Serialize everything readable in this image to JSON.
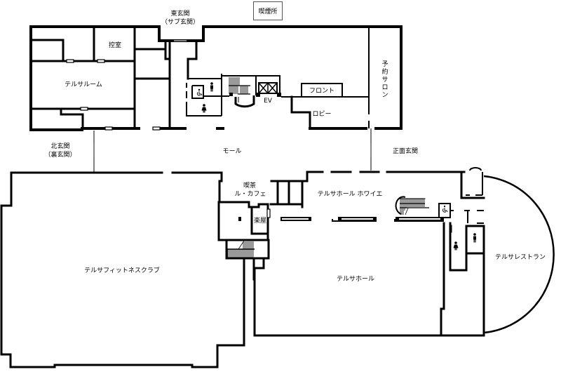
{
  "floor_plan": {
    "labels": {
      "east_entrance": "東玄関",
      "east_entrance_sub": "（サブ玄関）",
      "smoking_area": "喫煙所",
      "waiting_room": "控室",
      "telsa_room": "テルサルーム",
      "front_desk": "フロント",
      "elevator": "EV",
      "lobby": "ロビー",
      "reservation_salon": "予約サロン",
      "north_entrance": "北玄関",
      "north_entrance_sub": "（裏玄関）",
      "mall": "モール",
      "main_entrance": "正面玄関",
      "cafe_line1": "喫茶",
      "cafe_line2": "ル・カフェ",
      "green_room": "楽屋",
      "hall_foyer": "テルサホール ホワイエ",
      "fitness_club": "テルサフィットネスクラブ",
      "hall": "テルサホール",
      "restaurant": "テルサレストラン"
    },
    "icons": [
      "accessible-toilet-icon",
      "mens-toilet-icon",
      "womens-toilet-icon",
      "stairs-icon",
      "elevator-icon"
    ],
    "colors": {
      "wall": "#000000",
      "door": "#888888",
      "background": "#ffffff"
    }
  }
}
